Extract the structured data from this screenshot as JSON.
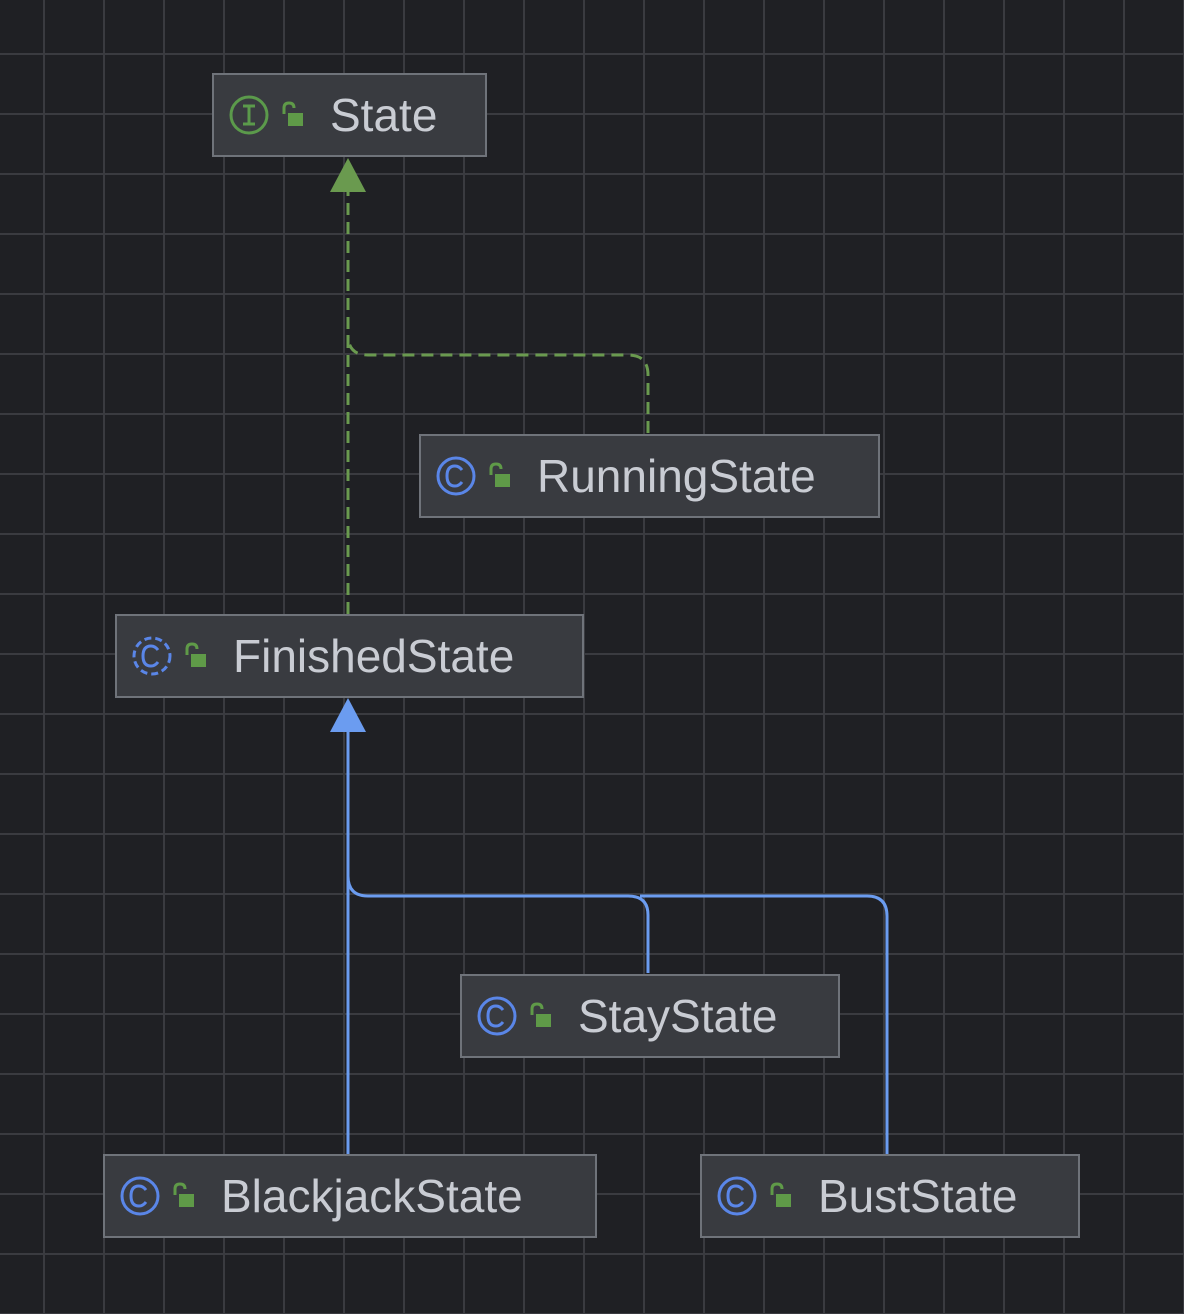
{
  "nodes": {
    "state": {
      "name": "State",
      "kind": "interface"
    },
    "running": {
      "name": "RunningState",
      "kind": "class"
    },
    "finished": {
      "name": "FinishedState",
      "kind": "abstract-class"
    },
    "stay": {
      "name": "StayState",
      "kind": "class"
    },
    "blackjack": {
      "name": "BlackjackState",
      "kind": "class"
    },
    "bust": {
      "name": "BustState",
      "kind": "class"
    }
  },
  "edges": [
    {
      "from": "RunningState",
      "to": "State",
      "type": "realization"
    },
    {
      "from": "FinishedState",
      "to": "State",
      "type": "realization"
    },
    {
      "from": "StayState",
      "to": "FinishedState",
      "type": "generalization"
    },
    {
      "from": "BlackjackState",
      "to": "FinishedState",
      "type": "generalization"
    },
    {
      "from": "BustState",
      "to": "FinishedState",
      "type": "generalization"
    }
  ],
  "icons": {
    "interface": "interface-icon",
    "class": "class-icon",
    "abstract-class": "abstract-class-icon",
    "visibility": "public-lock-icon"
  },
  "colors": {
    "background": "#1f2024",
    "grid": "#3a3b40",
    "node_fill": "#393b40",
    "node_border": "#6f737a",
    "text": "#c9ccd3",
    "realization_edge": "#6a9a4f",
    "generalization_edge": "#6b9cf0",
    "class_icon": "#5a86e8",
    "interface_icon": "#5b9a4b",
    "lock_icon": "#5f9a48"
  }
}
